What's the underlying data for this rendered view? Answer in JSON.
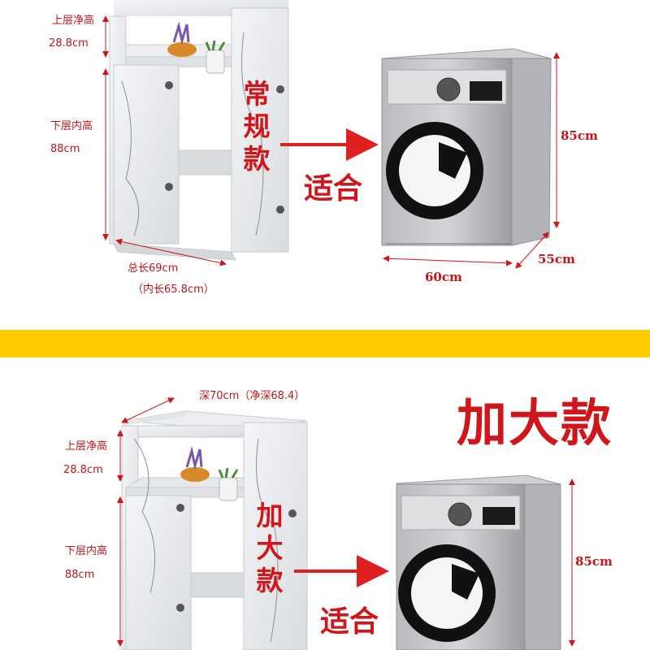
{
  "regular": {
    "upper_label": "上层净高",
    "upper_value": "28.8cm",
    "lower_label": "下层内高",
    "lower_value": "88cm",
    "length_label": "总长69cm",
    "inner_length": "（内长65.8cm）",
    "vertical_chars": [
      "常",
      "规",
      "款"
    ],
    "fit_label": "适合",
    "height": "85cm",
    "width": "60cm",
    "depth": "55cm"
  },
  "large": {
    "title": "加大款",
    "depth_label": "深70cm（净深68.4）",
    "upper_label": "上层净高",
    "upper_value": "28.8cm",
    "lower_label": "下层内高",
    "lower_value": "88cm",
    "vertical_chars": [
      "加",
      "大",
      "款"
    ],
    "fit_label": "适合",
    "height": "85cm"
  },
  "colors": {
    "accent_red": "#d0151b",
    "band_yellow": "#ffcc00",
    "marble": "#e9ebee",
    "machine_silver": "#a9abae"
  }
}
